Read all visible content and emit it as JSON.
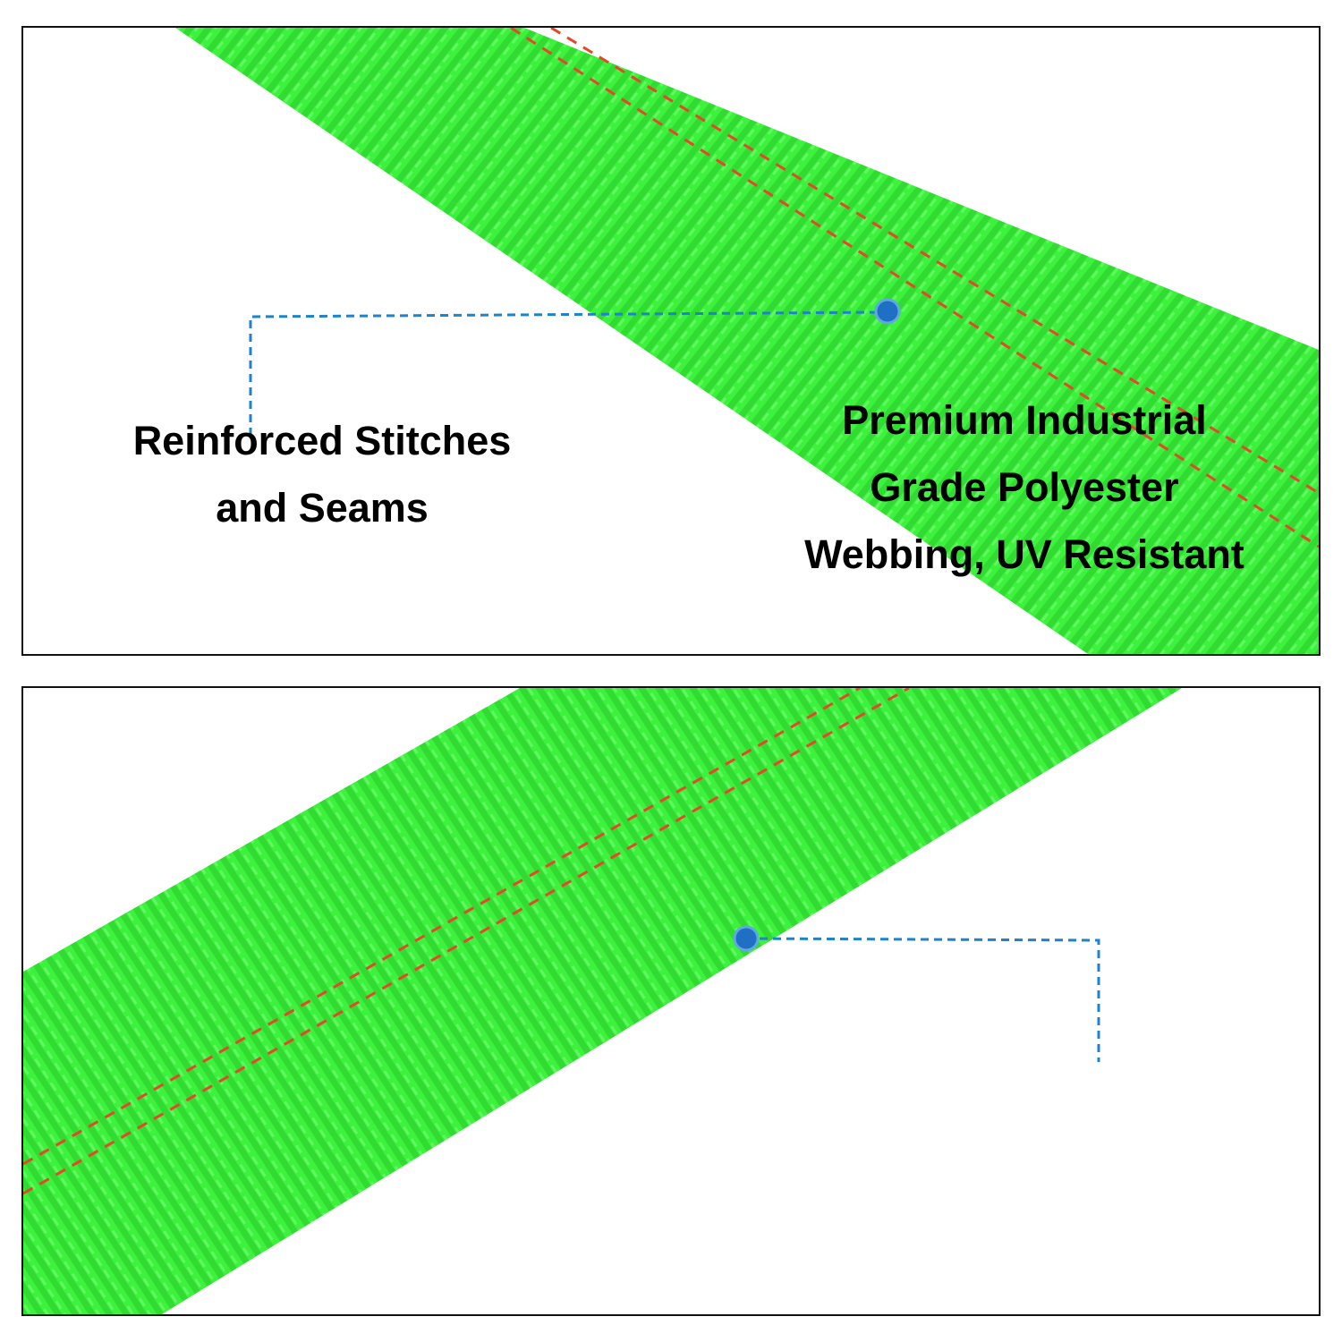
{
  "callouts": [
    {
      "lines": [
        "Reinforced Stitches",
        "and Seams"
      ],
      "marker_color": "#1f6fc4",
      "leader_color": "#1f83c8"
    },
    {
      "lines": [
        "Premium Industrial",
        "Grade Polyester",
        "Webbing, UV Resistant"
      ],
      "marker_color": "#1f6fc4",
      "leader_color": "#1f83c8"
    }
  ],
  "colors": {
    "webbing": "#3cf23c",
    "webbing_rib": "#2fd12f",
    "webbing_highlight": "#7dfa7d",
    "stitch": "#e6462a",
    "border": "#111111",
    "background": "#ffffff"
  }
}
